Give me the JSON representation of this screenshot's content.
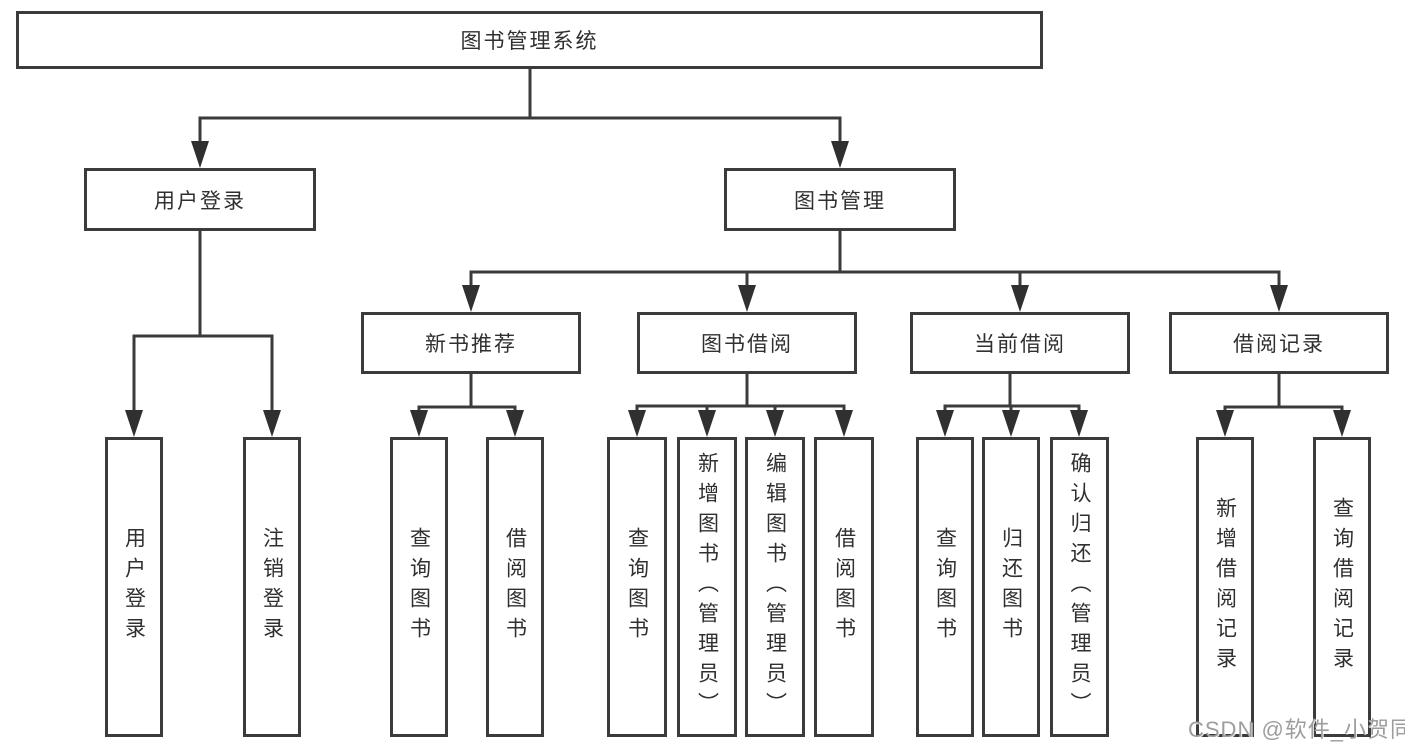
{
  "diagram": {
    "tree": {
      "root": "图书管理系统",
      "branches": [
        {
          "label": "用户登录",
          "children": [
            {
              "label": "用户登录"
            },
            {
              "label": "注销登录"
            }
          ]
        },
        {
          "label": "图书管理",
          "children": [
            {
              "label": "新书推荐",
              "children": [
                {
                  "label": "查询图书"
                },
                {
                  "label": "借阅图书"
                }
              ]
            },
            {
              "label": "图书借阅",
              "children": [
                {
                  "label": "查询图书"
                },
                {
                  "label": "新增图书（管理员）"
                },
                {
                  "label": "编辑图书（管理员）"
                },
                {
                  "label": "借阅图书"
                }
              ]
            },
            {
              "label": "当前借阅",
              "children": [
                {
                  "label": "查询图书"
                },
                {
                  "label": "归还图书"
                },
                {
                  "label": "确认归还（管理员）"
                }
              ]
            },
            {
              "label": "借阅记录",
              "children": [
                {
                  "label": "新增借阅记录"
                },
                {
                  "label": "查询借阅记录"
                }
              ]
            }
          ]
        }
      ]
    }
  },
  "watermark": "CSDN @软件_小贺同学",
  "colors": {
    "line": "#3b3b3b",
    "border": "#3b3b3b",
    "text": "#303030",
    "watermark": "#9d9d9d",
    "background": "#ffffff"
  }
}
